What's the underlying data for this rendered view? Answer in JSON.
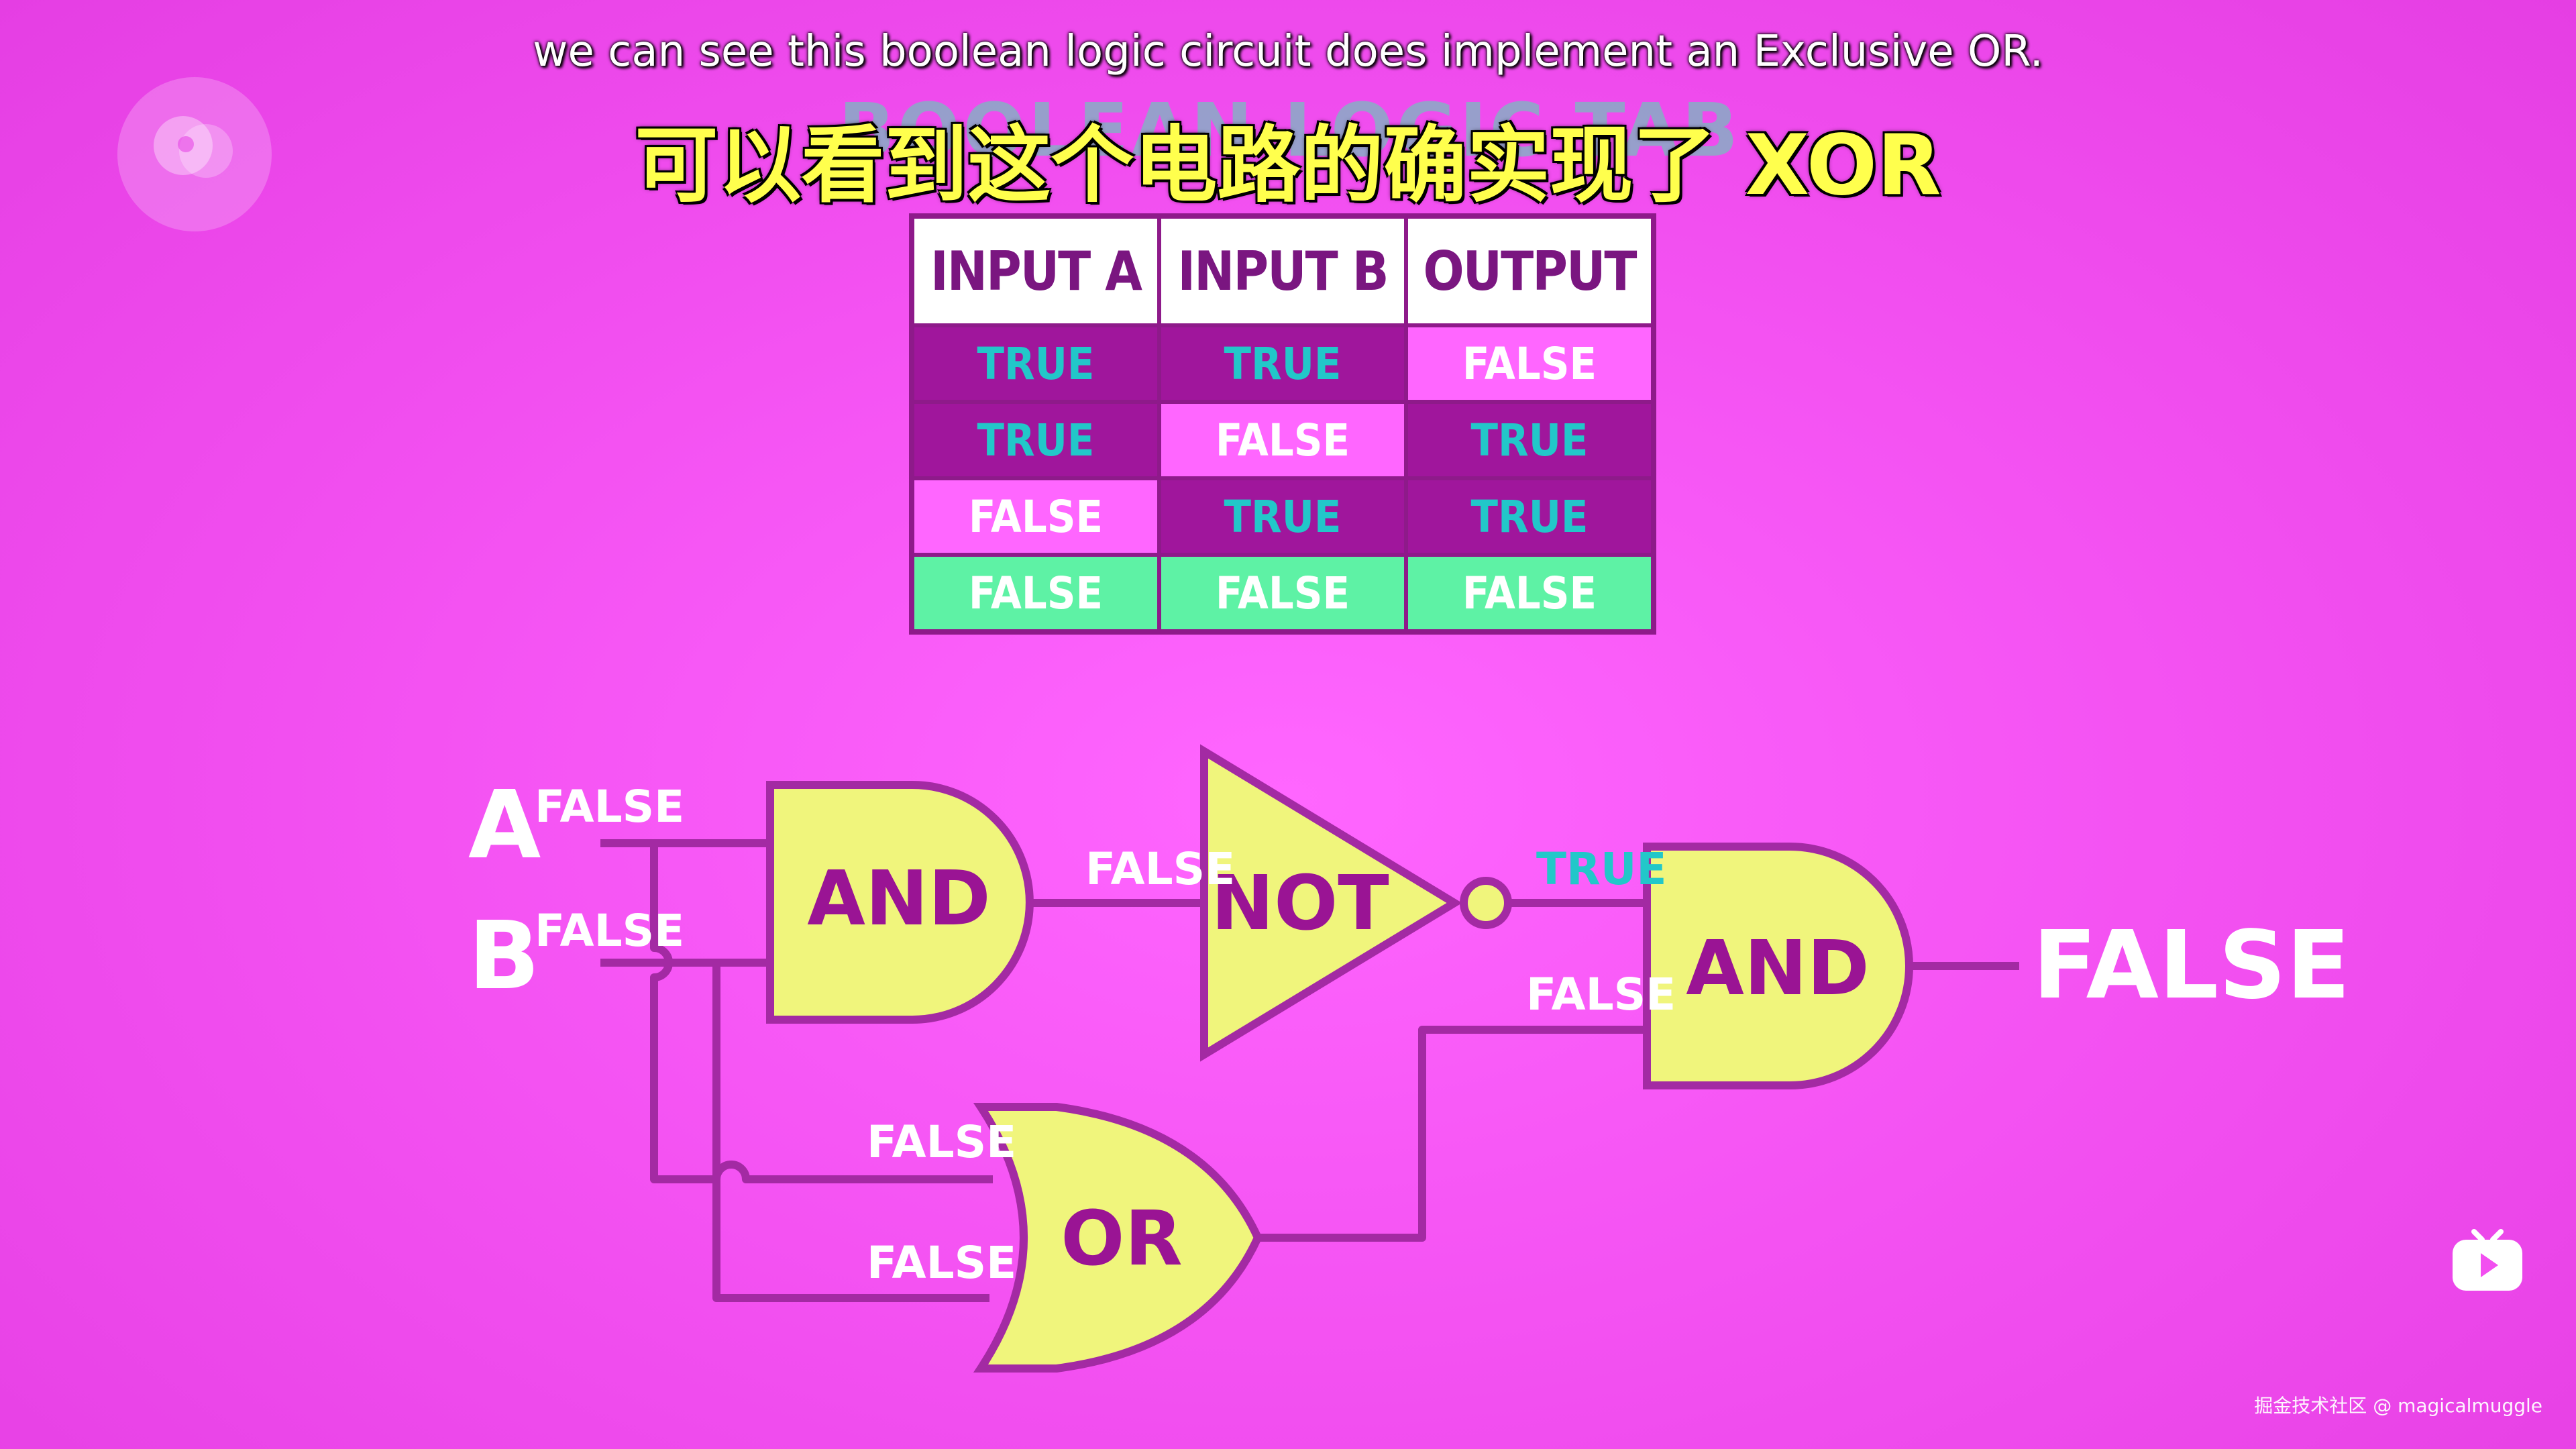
{
  "subtitles": {
    "english": "we can see this boolean logic circuit does implement an Exclusive OR.",
    "chinese": "可以看到这个电路的确实现了 XOR",
    "ghost_title": "BOOLEAN LOGIC TABLE XOR"
  },
  "icons": {
    "channel_logo": "pbs-logo-icon",
    "player_logo": "bilibili-tv-icon"
  },
  "truth_table": {
    "headers": [
      "INPUT A",
      "INPUT B",
      "OUTPUT"
    ],
    "rows": [
      [
        "TRUE",
        "TRUE",
        "FALSE"
      ],
      [
        "TRUE",
        "FALSE",
        "TRUE"
      ],
      [
        "FALSE",
        "TRUE",
        "TRUE"
      ],
      [
        "FALSE",
        "FALSE",
        "FALSE"
      ]
    ],
    "highlighted_row": 4,
    "colors": {
      "true_cell": "#a0169c",
      "false_cell": "#ff66ff",
      "highlight_row": "#5ef2a5"
    }
  },
  "circuit": {
    "inputs": [
      {
        "name": "A",
        "value": "FALSE"
      },
      {
        "name": "B",
        "value": "FALSE"
      }
    ],
    "gates": {
      "and1": "AND",
      "not": "NOT",
      "or": "OR",
      "and2": "AND"
    },
    "signals": {
      "and1_out": "FALSE",
      "not_out": "TRUE",
      "or_in_top": "FALSE",
      "or_in_bottom": "FALSE",
      "or_out": "FALSE",
      "output": "FALSE"
    },
    "colors": {
      "gate_fill": "#f0f57c",
      "wire": "#a32aa3",
      "true_signal": "#22c7c9",
      "false_signal": "#ffffff"
    }
  },
  "watermark": "掘金技术社区 @ magicalmuggle"
}
